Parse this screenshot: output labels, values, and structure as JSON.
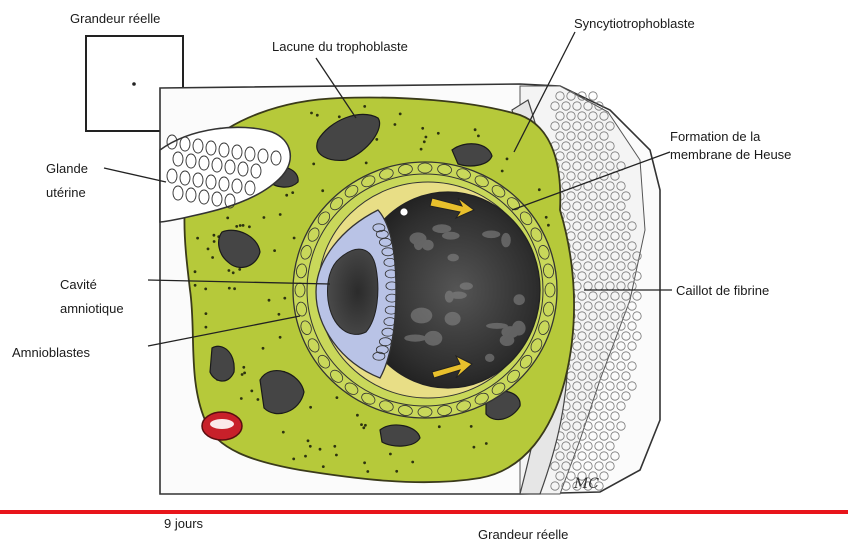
{
  "labels": {
    "grandeur_reelle_top": "Grandeur réelle",
    "lacune": "Lacune du trophoblaste",
    "syncytio": "Syncytiotrophoblaste",
    "heuser_line1": "Formation de la",
    "heuser_line2": "membrane de Heuse",
    "glande_line1": "Glande",
    "glande_line2": "utérine",
    "cavite_line1": "Cavité",
    "cavite_line2": "amniotique",
    "caillot": "Caillot de fibrine",
    "amnioblastes": "Amnioblastes",
    "jours": "9 jours",
    "grandeur_reelle_bottom": "Grandeur réelle",
    "signature": "MC"
  },
  "colors": {
    "trophoblast": "#b6c93a",
    "trophoblast_dark": "#8fa526",
    "cavity": "#3d3d3d",
    "amnion": "#b9c3e6",
    "yolk": "#e8de86",
    "arrow": "#e8c02c",
    "clot_red": "#c8202a",
    "separator": "#e8151b"
  }
}
